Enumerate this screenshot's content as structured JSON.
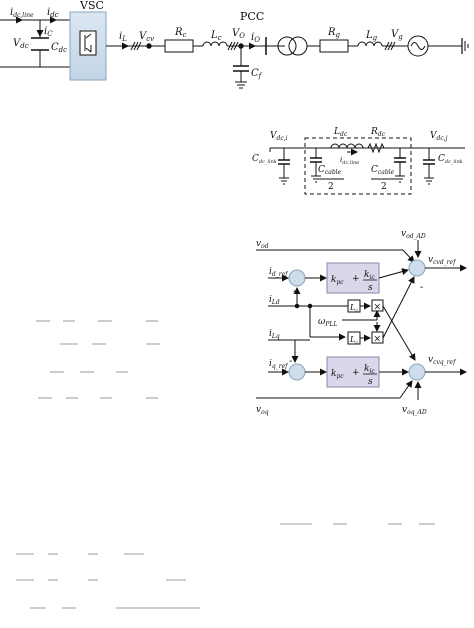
{
  "vsc_circuit": {
    "vsc_label": "VSC",
    "pcc_label": "PCC",
    "i_dc_line": "i",
    "i_dc_line_sub": "dc,line",
    "v_dc": "V",
    "v_dc_sub": "dc",
    "i_dc": "i",
    "i_dc_sub": "dc",
    "i_c": "i",
    "i_c_sub": "C",
    "c_dc": "C",
    "c_dc_sub": "dc",
    "i_l": "i",
    "i_l_sub": "L",
    "v_cv": "V",
    "v_cv_sub": "cv",
    "r_c": "R",
    "r_c_sub": "c",
    "l_c": "L",
    "l_c_sub": "c",
    "v_o": "V",
    "v_o_sub": "O",
    "i_o": "i",
    "i_o_sub": "O",
    "c_f": "C",
    "c_f_sub": "f",
    "r_g": "R",
    "r_g_sub": "g",
    "l_g": "L",
    "l_g_sub": "g",
    "v_g": "V",
    "v_g_sub": "g"
  },
  "cable_model": {
    "v_dc_i": "V",
    "v_dc_i_sub": "dc,i",
    "v_dc_j": "V",
    "v_dc_j_sub": "dc,j",
    "l_dc": "L",
    "l_dc_sub": "dc",
    "r_dc": "R",
    "r_dc_sub": "dc",
    "i_dc_line": "i",
    "i_dc_line_sub": "dc,line",
    "c_dc_link_left": "C",
    "c_dc_link_left_sub": "dc_link",
    "c_dc_link_right": "C",
    "c_dc_link_right_sub": "dc_link",
    "c_cable_left": "C",
    "c_cable_left_sub": "cable",
    "c_cable_right": "C",
    "c_cable_right_sub": "cable",
    "denominator": "2"
  },
  "controller": {
    "v_od": "v",
    "v_od_sub": "od",
    "v_od_ad": "v",
    "v_od_ad_sub": "od_AD",
    "i_d_ref": "i",
    "i_d_ref_sub": "d_ref",
    "i_ld": "i",
    "i_ld_sub": "Ld",
    "i_lq": "i",
    "i_lq_sub": "Lq",
    "omega_pll": "ω",
    "omega_pll_sub": "PLL",
    "l_c_upper": "L",
    "l_c_upper_sub": "c",
    "l_c_lower": "L",
    "l_c_lower_sub": "c",
    "multiply": "×",
    "i_q_ref": "i",
    "i_q_ref_sub": "q_ref",
    "v_oq": "v",
    "v_oq_sub": "oq",
    "v_oq_ad": "v",
    "v_oq_ad_sub": "oq_AD",
    "v_cvd_ref": "v",
    "v_cvd_ref_sub": "cvd_ref",
    "v_cvq_ref": "v",
    "v_cvq_ref_sub": "cvq_ref",
    "kp": "k",
    "kp_sub": "pc",
    "ki": "k",
    "ki_sub": "ic",
    "plus": "+",
    "s": "s",
    "minus": "-"
  }
}
